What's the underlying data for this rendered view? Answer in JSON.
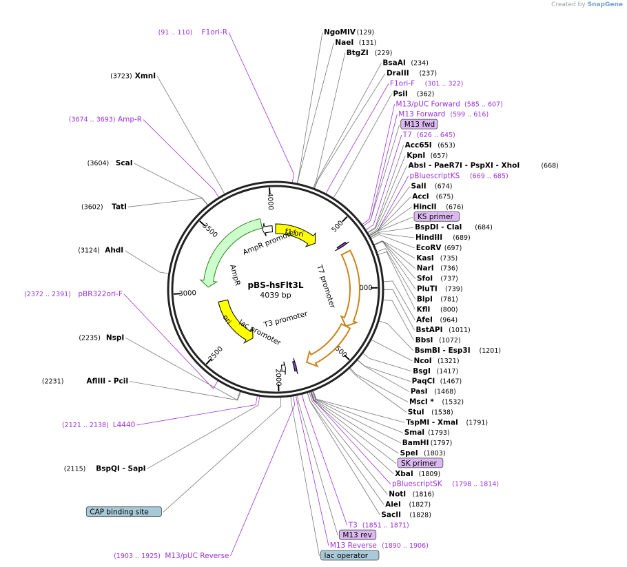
{
  "credit": {
    "prefix": "Created by",
    "brand": "SnapGene"
  },
  "plasmid": {
    "name": "pBS-hsFlt3L",
    "size_label": "4039 bp",
    "length": 4039
  },
  "ticks": [
    "500",
    "1000",
    "1500",
    "2000",
    "2500",
    "3000",
    "3500",
    "4000"
  ],
  "right_labels": [
    {
      "name": "NgoMIV",
      "pos": "(129)",
      "site": 129
    },
    {
      "name": "NaeI",
      "pos": "(131)",
      "site": 131
    },
    {
      "name": "BtgZI",
      "pos": "(229)",
      "site": 229
    },
    {
      "name": "BsaAI",
      "pos": "(234)",
      "site": 234
    },
    {
      "name": "DraIII",
      "pos": "(237)",
      "site": 237
    },
    {
      "name": "F1ori-F",
      "pos": "(301 .. 322)",
      "site": 311,
      "feature": true
    },
    {
      "name": "PsiI",
      "pos": "(362)",
      "site": 362
    },
    {
      "name": "M13/pUC Forward",
      "pos": "(585 .. 607)",
      "site": 596,
      "feature": true
    },
    {
      "name": "M13 Forward",
      "pos": "(599 .. 616)",
      "site": 607,
      "feature": true
    },
    {
      "name": "M13 fwd",
      "pos": "",
      "site": 607,
      "box": "#dcb8f0"
    },
    {
      "name": "T7",
      "pos": "(626 .. 645)",
      "site": 635,
      "feature": true
    },
    {
      "name": "Acc65I",
      "pos": "(653)",
      "site": 653
    },
    {
      "name": "KpnI",
      "pos": "(657)",
      "site": 657
    },
    {
      "name": "AbsI - PaeR7I - PspXI - XhoI",
      "pos": "(668)",
      "site": 668
    },
    {
      "name": "pBluescriptKS",
      "pos": "(669 .. 685)",
      "site": 677,
      "feature": true
    },
    {
      "name": "SalI",
      "pos": "(674)",
      "site": 674
    },
    {
      "name": "AccI",
      "pos": "(675)",
      "site": 675
    },
    {
      "name": "HincII",
      "pos": "(676)",
      "site": 676
    },
    {
      "name": "KS primer",
      "pos": "",
      "site": 677,
      "box": "#dcb8f0"
    },
    {
      "name": "BspDI - ClaI",
      "pos": "(684)",
      "site": 684
    },
    {
      "name": "HindIII",
      "pos": "(689)",
      "site": 689
    },
    {
      "name": "EcoRV",
      "pos": "(697)",
      "site": 697
    },
    {
      "name": "KasI",
      "pos": "(735)",
      "site": 735
    },
    {
      "name": "NarI",
      "pos": "(736)",
      "site": 736
    },
    {
      "name": "SfoI",
      "pos": "(737)",
      "site": 737
    },
    {
      "name": "PluTI",
      "pos": "(739)",
      "site": 739
    },
    {
      "name": "BlpI",
      "pos": "(781)",
      "site": 781
    },
    {
      "name": "KflI",
      "pos": "(800)",
      "site": 800
    },
    {
      "name": "AfeI",
      "pos": "(964)",
      "site": 964
    },
    {
      "name": "BstAPI",
      "pos": "(1011)",
      "site": 1011
    },
    {
      "name": "BbsI",
      "pos": "(1072)",
      "site": 1072
    },
    {
      "name": "BsmBI - Esp3I",
      "pos": "(1201)",
      "site": 1201
    },
    {
      "name": "NcoI",
      "pos": "(1321)",
      "site": 1321
    },
    {
      "name": "BsgI",
      "pos": "(1417)",
      "site": 1417
    },
    {
      "name": "PaqCI",
      "pos": "(1467)",
      "site": 1467
    },
    {
      "name": "PasI",
      "pos": "(1468)",
      "site": 1468
    },
    {
      "name": "MscI *",
      "pos": "(1532)",
      "site": 1532
    },
    {
      "name": "StuI",
      "pos": "(1538)",
      "site": 1538
    },
    {
      "name": "TspMI - XmaI",
      "pos": "(1791)",
      "site": 1791
    },
    {
      "name": "SmaI",
      "pos": "(1793)",
      "site": 1793
    },
    {
      "name": "BamHI",
      "pos": "(1797)",
      "site": 1797
    },
    {
      "name": "SpeI",
      "pos": "(1803)",
      "site": 1803
    },
    {
      "name": "SK primer",
      "pos": "",
      "site": 1806,
      "box": "#dcb8f0"
    },
    {
      "name": "XbaI",
      "pos": "(1809)",
      "site": 1809
    },
    {
      "name": "pBluescriptSK",
      "pos": "(1798 .. 1814)",
      "site": 1806,
      "feature": true
    },
    {
      "name": "NotI",
      "pos": "(1816)",
      "site": 1816
    },
    {
      "name": "AleI",
      "pos": "(1827)",
      "site": 1827
    },
    {
      "name": "SacII",
      "pos": "(1828)",
      "site": 1828
    },
    {
      "name": "T3",
      "pos": "(1851 .. 1871)",
      "site": 1861,
      "feature": true
    },
    {
      "name": "M13 rev",
      "pos": "",
      "site": 1890,
      "box": "#dcb8f0"
    },
    {
      "name": "M13 Reverse",
      "pos": "(1890 .. 1906)",
      "site": 1898,
      "feature": true
    },
    {
      "name": "lac operator",
      "pos": "",
      "site": 1930,
      "box": "#a7c9d8"
    }
  ],
  "left_labels": [
    {
      "name": "F1ori-R",
      "pos": "(91 .. 110)",
      "site": 100,
      "feature": true
    },
    {
      "name": "XmnI",
      "pos": "(3723)",
      "site": 3723
    },
    {
      "name": "Amp-R",
      "pos": "(3674 .. 3693)",
      "site": 3683,
      "feature": true
    },
    {
      "name": "ScaI",
      "pos": "(3604)",
      "site": 3604
    },
    {
      "name": "TatI",
      "pos": "(3602)",
      "site": 3602
    },
    {
      "name": "AhdI",
      "pos": "(3124)",
      "site": 3124
    },
    {
      "name": "pBR322ori-F",
      "pos": "(2372 .. 2391)",
      "site": 2381,
      "feature": true
    },
    {
      "name": "NspI",
      "pos": "(2235)",
      "site": 2235
    },
    {
      "name": "AflIII - PciI",
      "pos": "(2231)",
      "site": 2231
    },
    {
      "name": "L4440",
      "pos": "(2121 .. 2138)",
      "site": 2129,
      "feature": true
    },
    {
      "name": "BspQI - SapI",
      "pos": "(2115)",
      "site": 2115
    },
    {
      "name": "CAP binding site",
      "pos": "",
      "site": 1990,
      "box": "#a7c9d8"
    },
    {
      "name": "M13/pUC Reverse",
      "pos": "(1903 .. 1925)",
      "site": 1914,
      "feature": true
    }
  ],
  "features": [
    {
      "name": "f1 ori",
      "start": 0,
      "end": 456,
      "dir": 1,
      "color": "#ffff00"
    },
    {
      "name": "T7 promoter",
      "start": 626,
      "end": 645,
      "dir": 1,
      "color": "#7b3fbe"
    },
    {
      "name": "",
      "start": 700,
      "end": 1320,
      "dir": 1,
      "color": "#ffffff"
    },
    {
      "name": "",
      "start": 1320,
      "end": 1760,
      "dir": 1,
      "color": "#ffffff"
    },
    {
      "name": "T3 promoter",
      "start": 1851,
      "end": 1871,
      "dir": -1,
      "color": "#7b3fbe"
    },
    {
      "name": "lac promoter",
      "start": 1939,
      "end": 1970,
      "dir": -1,
      "color": "#ffffff"
    },
    {
      "name": "ori",
      "start": 2300,
      "end": 2890,
      "dir": -1,
      "color": "#ffff00"
    },
    {
      "name": "AmpR",
      "start": 3050,
      "end": 3900,
      "dir": -1,
      "color": "#ccffcc"
    },
    {
      "name": "AmpR promoter",
      "start": 3900,
      "end": 4004,
      "dir": -1,
      "color": "#ffffff"
    }
  ],
  "feature_labels": {
    "f1ori": "f1 ori",
    "t7": "T7 promoter",
    "t3": "T3 promoter",
    "lac": "lac promoter",
    "ori": "ori",
    "ampr": "AmpR",
    "amprprom": "AmpR promoter"
  }
}
